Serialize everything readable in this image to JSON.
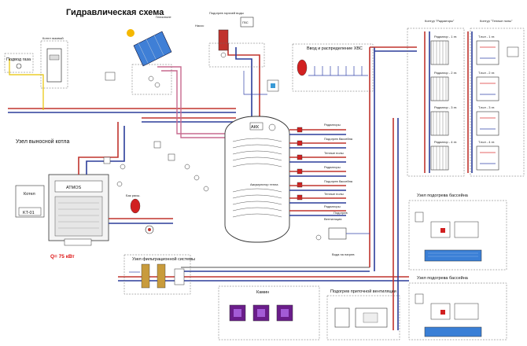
{
  "diagram": {
    "title": "Гидравлическая схема",
    "labels": {
      "gas_inlet": "Подвод газа",
      "gas_boiler": "Котел газовый",
      "solar": "Гелиополе",
      "dhw_heating": "Подогрев горячей воды",
      "dhw_heater": "ГВС",
      "dhw_pump": "Насос",
      "hot_water_distribution": "Ввод и распределение ХВС",
      "radiators_circuit": "Контур \"Радиаторы\"",
      "floor_circuit": "Контур \"Теплые полы\"",
      "boiler_unit": "Узел выносной котла",
      "boiler": "Котел",
      "boiler_brand": "ATMOS",
      "boiler_code": "KT-01",
      "boiler_power": "Q= 75 кВт",
      "accumulator": "АКК",
      "accumulator_sub": "Аккумулятор тепла",
      "pool_unit_1": "Узел подогрева бассейна",
      "pool_unit_2": "Узел подогрева бассейна",
      "filter_unit": "Узел фильтрационной системы",
      "fireplace": "Камин",
      "ventilation": "Подогрев приточной вентиляции",
      "to_radiators": "Радиаторы",
      "to_floor": "Теплые полы",
      "to_pool": "Подогрев бассейна",
      "pool_heating": "Подогрев",
      "water_to_heat": "Вода на нагрев",
      "expansion_tank": "Бак расш."
    },
    "radiator_rows": [
      "Радиатор - 1 эт.",
      "Радиатор - 2 эт.",
      "Радиатор - 3 эт.",
      "Радиатор - 4 эт."
    ],
    "floor_rows": [
      "Т.пол - 1 эт.",
      "Т.пол - 2 эт.",
      "Т.пол - 3 эт.",
      "Т.пол - 4 эт."
    ],
    "manifold_labels": [
      "Радиаторы",
      "Подогрев бассейна",
      "Теплые полы",
      "Радиаторы",
      "Подогрев бассейна",
      "Теплые полы",
      "Радиаторы",
      "Вентиляция"
    ]
  },
  "colors": {
    "supply": "#c0332d",
    "return": "#2b3d9a",
    "solar_loop": "#c76a8f",
    "gas": "#e8c400",
    "fireplace_panel": "#6a1d8a",
    "pool_water": "#3a7fd6"
  }
}
